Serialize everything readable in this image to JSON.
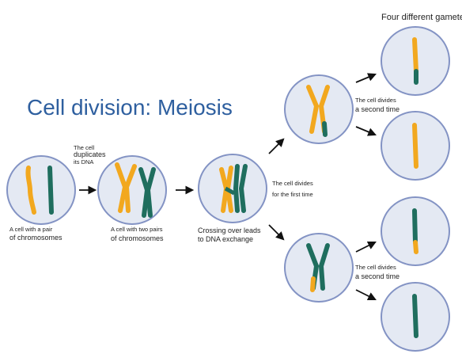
{
  "title": "Cell division: Meiosis",
  "gametes_heading": "Four different gametes",
  "labels": {
    "cell_pair_1": "A cell with a pair",
    "cell_pair_2": "of chromosomes",
    "duplicate_1": "The cell",
    "duplicate_2": "duplicates",
    "duplicate_3": "its DNA",
    "two_pairs_1": "A cell with two pairs",
    "two_pairs_2": "of chromosomes",
    "crossing_1": "Crossing over leads",
    "crossing_2": "to DNA exchange",
    "first_div_1": "The cell divides",
    "first_div_2": "for the first time",
    "second_div_top_1": "The cell divides",
    "second_div_top_2": "a second time",
    "second_div_bottom_1": "The cell divides",
    "second_div_bottom_2": "a second time"
  },
  "colors": {
    "title": "#2e5f9f",
    "cell_fill": "#e4e9f3",
    "cell_stroke": "#8393c4",
    "chromosome_orange": "#f2a81f",
    "chromosome_green": "#1f6e5e",
    "arrow": "#111111"
  }
}
